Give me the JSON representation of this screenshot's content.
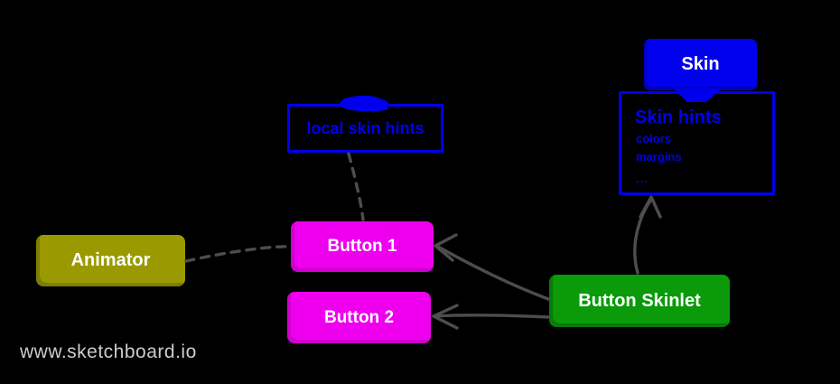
{
  "watermark": "www.sketchboard.io",
  "colors": {
    "background": "#000000",
    "blue": "#0000EE",
    "magenta": "#EE00EE",
    "olive": "#9A9A00",
    "green": "#0A9A0A",
    "arrow": "#4D4D4D",
    "watermark_color": "#CCCCCC"
  },
  "nodes": {
    "skin": {
      "label": "Skin"
    },
    "skin_hints": {
      "title": "Skin hints",
      "items": [
        "colors",
        "margins",
        "..."
      ]
    },
    "local_skin_hints": {
      "label": "local skin hints"
    },
    "animator": {
      "label": "Animator"
    },
    "button1": {
      "label": "Button 1"
    },
    "button2": {
      "label": "Button 2"
    },
    "button_skinlet": {
      "label": "Button Skinlet"
    }
  }
}
